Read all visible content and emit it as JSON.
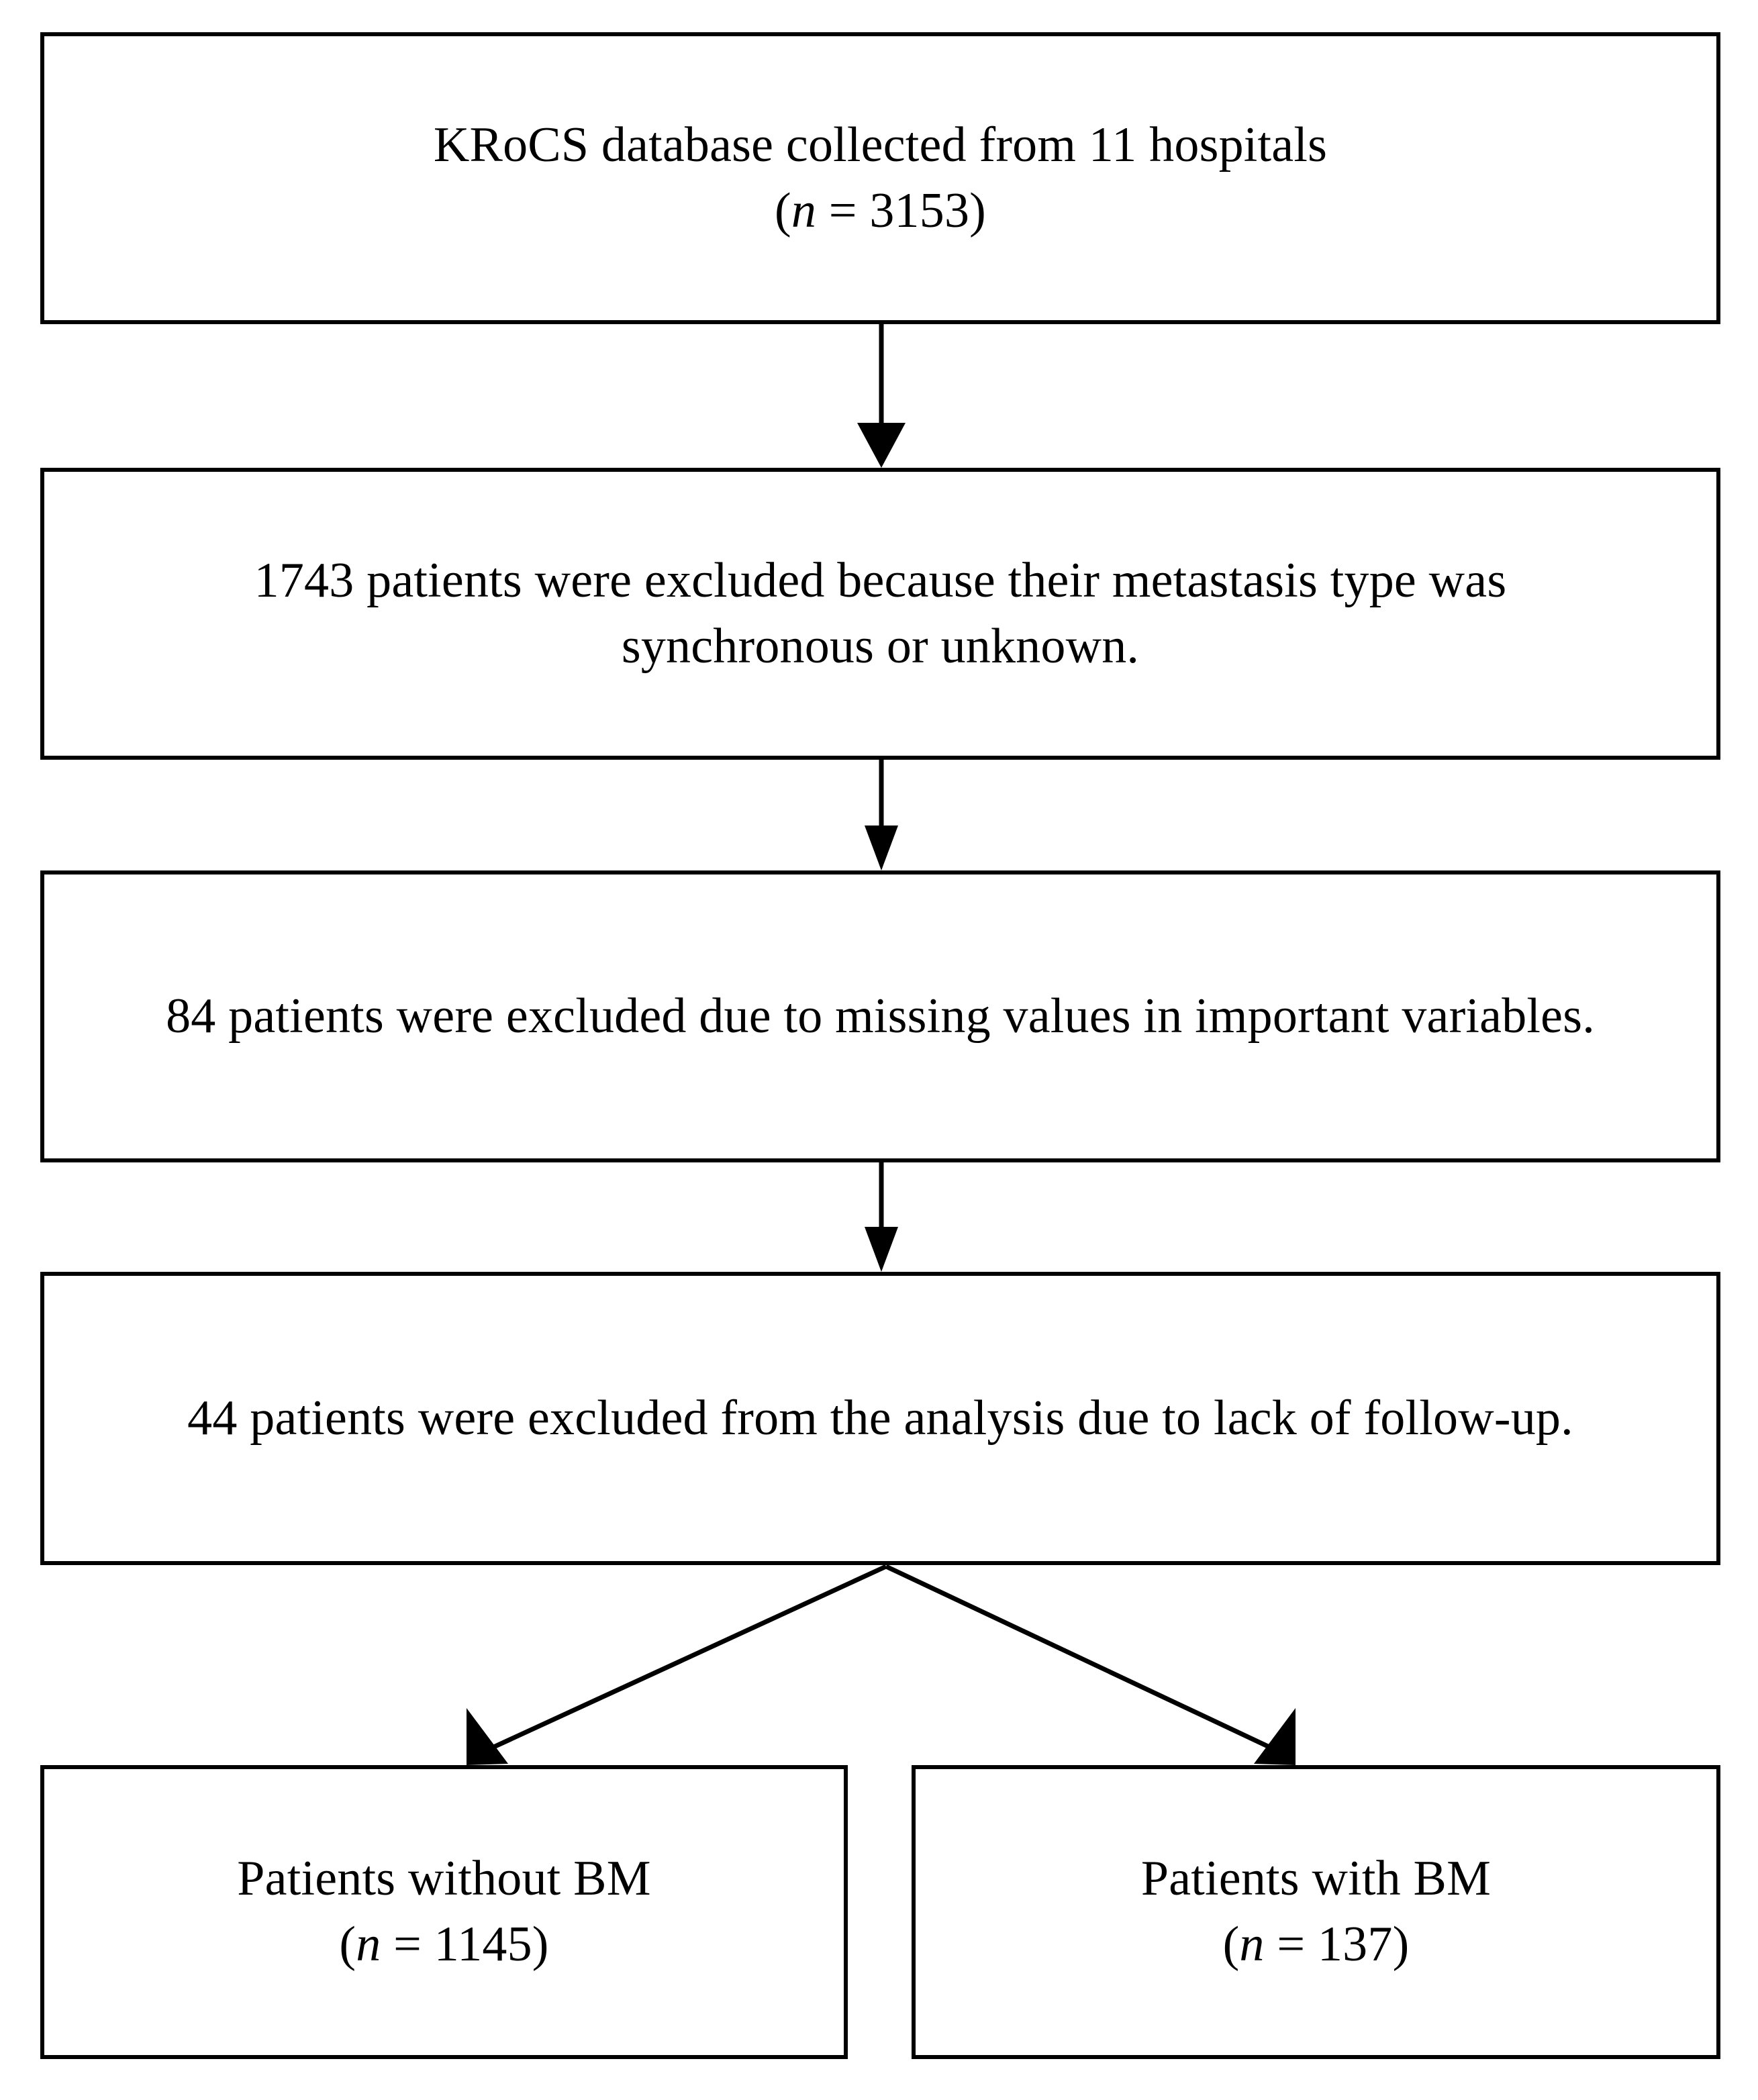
{
  "diagram": {
    "type": "patient-selection-flowchart",
    "orientation": "vertical",
    "line_color": "#000000",
    "background_color": "#ffffff",
    "text_color": "#000000"
  },
  "nodes": {
    "source": {
      "line1": "KRoCS database collected from 11 hospitals",
      "count_open": "(",
      "count_symbol": "n",
      "count_eq": " = 3153",
      "count_close": ")",
      "count_full": "(n = 3153)",
      "n_value": 3153
    },
    "exclusion_1": {
      "line1": "1743 patients were excluded because their metastasis type was",
      "line2": "synchronous or unknown.",
      "full": "1743 patients were excluded because their metastasis type was synchronous or unknown.",
      "excluded": 1743
    },
    "exclusion_2": {
      "line1": "84 patients were excluded due to missing values in important variables.",
      "full": "84 patients were excluded due to missing values in important variables.",
      "excluded": 84
    },
    "exclusion_3": {
      "line1": "44 patients were excluded from the analysis due to lack of follow-up.",
      "full": "44 patients were excluded from the analysis due to lack of follow-up.",
      "excluded": 44
    },
    "outcome_without_bm": {
      "line1": "Patients without BM",
      "count_open": "(",
      "count_symbol": "n",
      "count_eq": " = 1145",
      "count_close": ")",
      "count_full": "(n = 1145)",
      "n_value": 1145
    },
    "outcome_with_bm": {
      "line1": "Patients with BM",
      "count_open": "(",
      "count_symbol": "n",
      "count_eq": " = 137",
      "count_close": ")",
      "count_full": "(n = 137)",
      "n_value": 137
    }
  },
  "connectors": [
    {
      "name": "source-to-exclusion-1",
      "from": "source",
      "to": "exclusion_1",
      "style": "straight-arrow-down"
    },
    {
      "name": "exclusion-1-to-exclusion-2",
      "from": "exclusion_1",
      "to": "exclusion_2",
      "style": "straight-arrow-down"
    },
    {
      "name": "exclusion-2-to-exclusion-3",
      "from": "exclusion_2",
      "to": "exclusion_3",
      "style": "straight-arrow-down"
    },
    {
      "name": "exclusion-3-to-without-bm",
      "from": "exclusion_3",
      "to": "outcome_without_bm",
      "style": "diagonal-arrow-left"
    },
    {
      "name": "exclusion-3-to-with-bm",
      "from": "exclusion_3",
      "to": "outcome_with_bm",
      "style": "diagonal-arrow-right"
    }
  ]
}
